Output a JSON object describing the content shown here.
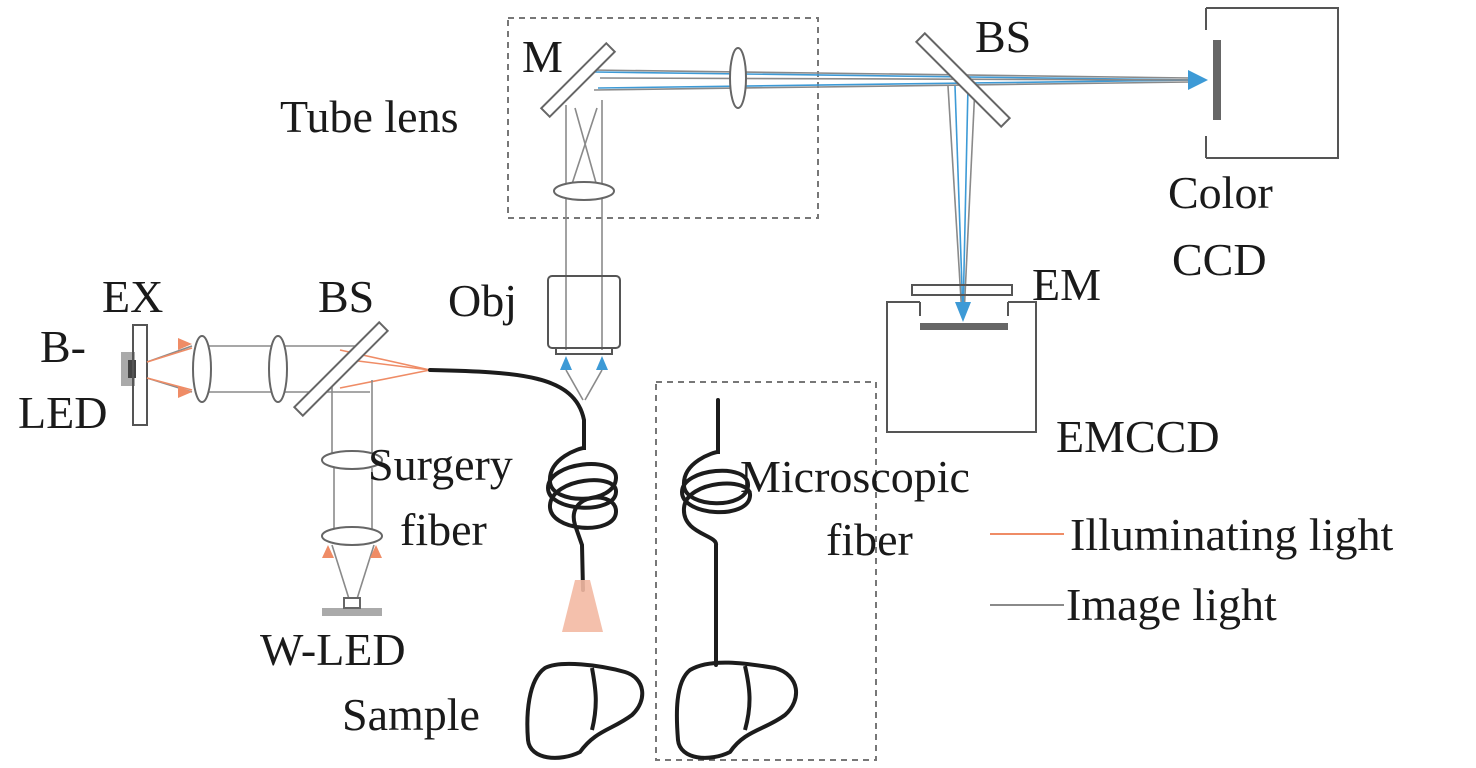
{
  "labels": {
    "mirror": "M",
    "tube_lens": "Tube lens",
    "bs_top": "BS",
    "color_ccd_line1": "Color",
    "color_ccd_line2": "CCD",
    "em": "EM",
    "emccd": "EMCCD",
    "obj": "Obj",
    "ex": "EX",
    "bs_left": "BS",
    "b_led_line1": "B-",
    "b_led_line2": "LED",
    "surgery_fiber_line1": "Surgery",
    "surgery_fiber_line2": "fiber",
    "microscopic_fiber_line1": "Microscopic",
    "microscopic_fiber_line2": "fiber",
    "w_led": "W-LED",
    "sample": "Sample"
  },
  "legend": [
    {
      "label": "Illuminating light",
      "color": "#ef8c66"
    },
    {
      "label": "Image light",
      "color": "#8a8a8a"
    }
  ],
  "colors": {
    "image_light": "#8a8a8a",
    "illuminating_light": "#ef8c66",
    "fluorescence_light": "#3d9ad6"
  }
}
